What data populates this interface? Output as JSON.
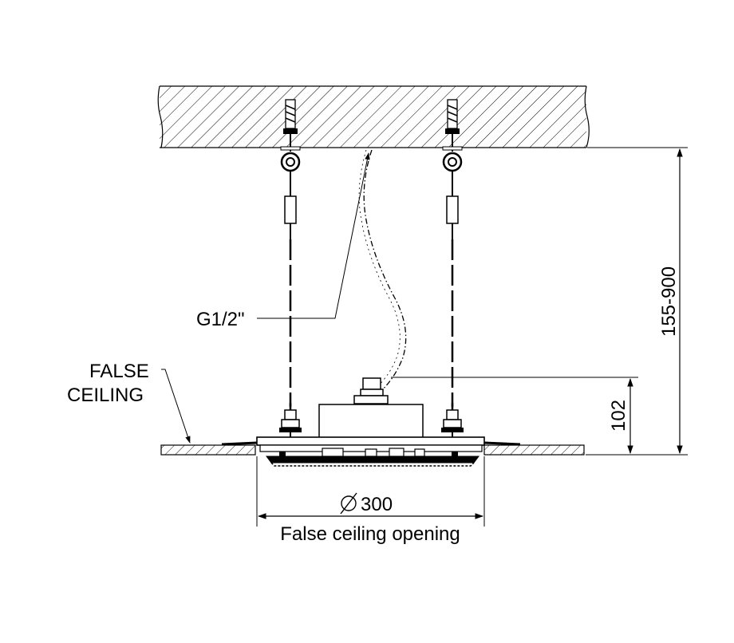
{
  "labels": {
    "thread_size": "G1/2\"",
    "false_ceiling": [
      "FALSE",
      "CEILING"
    ],
    "diameter_symbol": "⌀",
    "diameter_value": "300",
    "opening_caption": "False ceiling opening",
    "height_overall": "155-900",
    "height_unit": "102"
  },
  "colors": {
    "ink": "#000000",
    "paper": "#ffffff"
  }
}
